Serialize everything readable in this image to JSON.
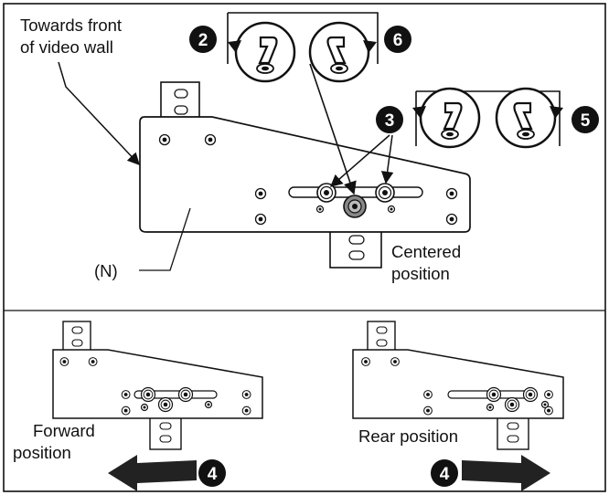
{
  "labels": {
    "front_line1": "Towards front",
    "front_line2": "of video wall",
    "centered_line1": "Centered",
    "centered_line2": "position",
    "part_n": "(N)",
    "forward_line1": "Forward",
    "forward_line2": "position",
    "rear": "Rear position"
  },
  "steps": {
    "s2": "2",
    "s6": "6",
    "s3": "3",
    "s5": "5",
    "s4_left": "4",
    "s4_right": "4"
  },
  "colors": {
    "line": "#111111",
    "step_badge": "#111111",
    "arrow_fill": "#222222"
  }
}
